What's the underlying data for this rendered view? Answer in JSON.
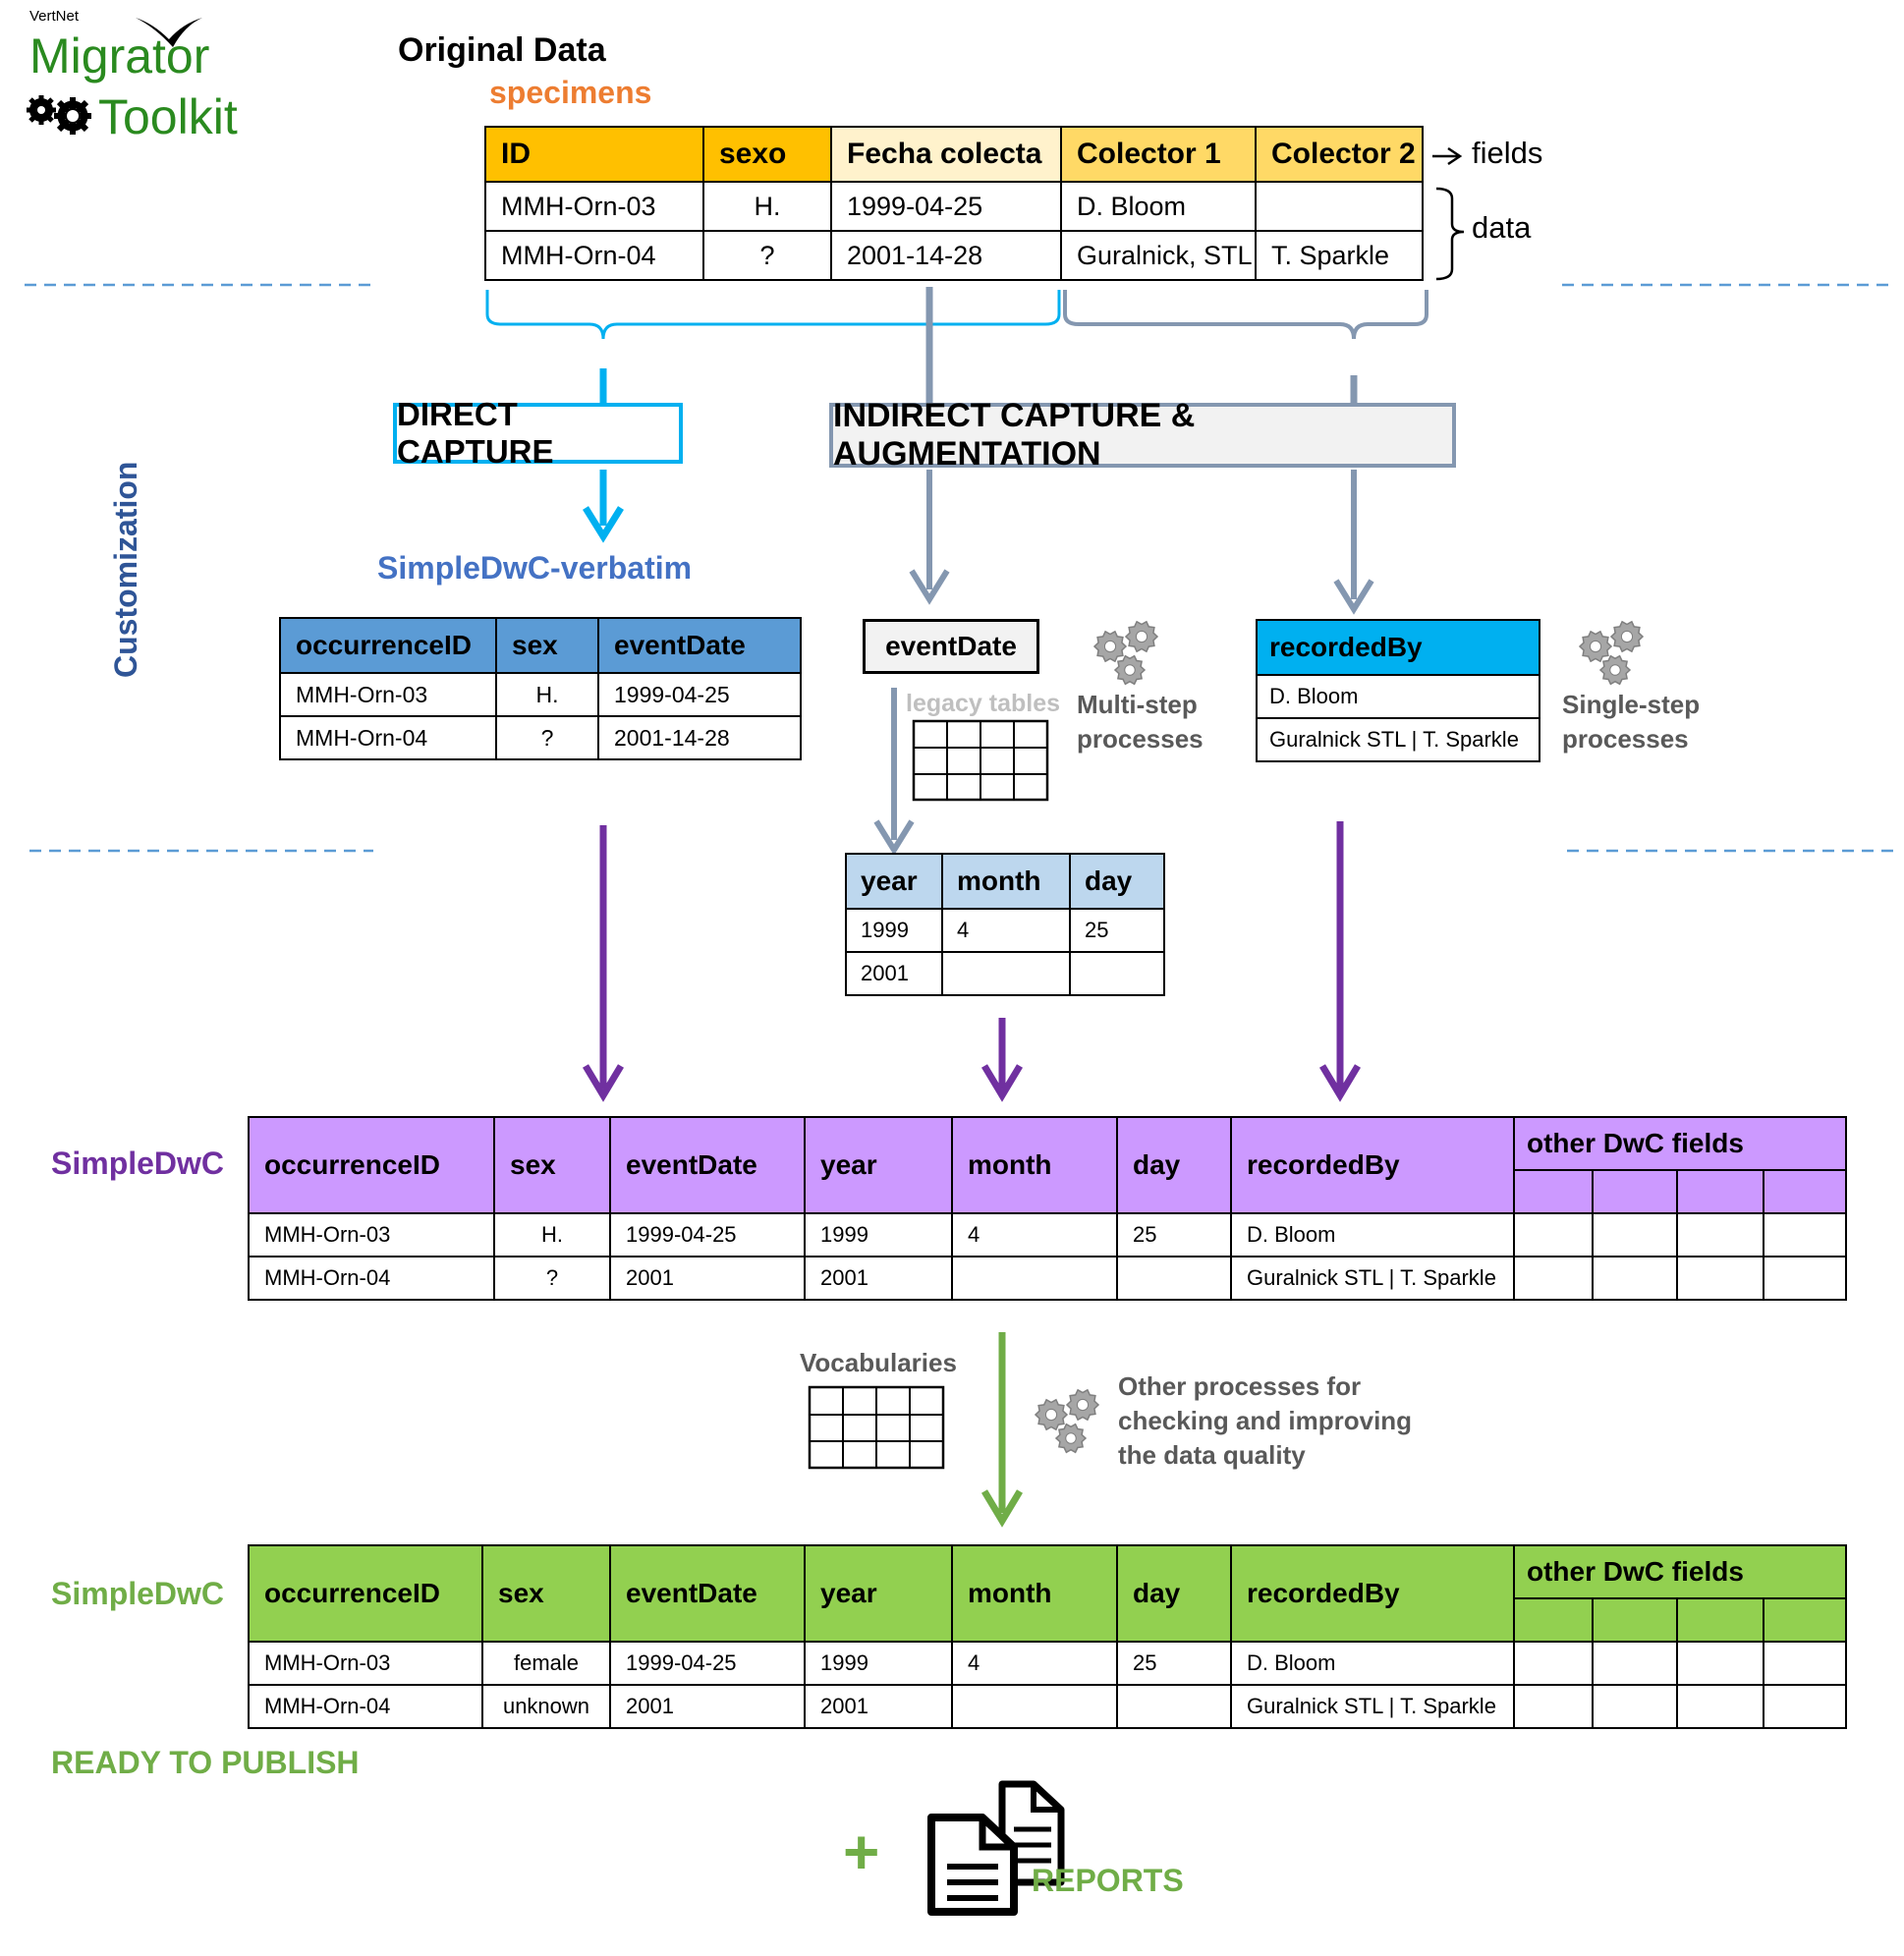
{
  "logo": {
    "small": "VertNet",
    "line1": "Migrator",
    "line2": "Toolkit"
  },
  "side_label": "Customization",
  "original": {
    "title": "Original Data",
    "subtitle": "specimens",
    "headers": [
      "ID",
      "sexo",
      "Fecha colecta",
      "Colector 1",
      "Colector 2"
    ],
    "rows": [
      [
        "MMH-Orn-03",
        "H.",
        "1999-04-25",
        "D. Bloom",
        ""
      ],
      [
        "MMH-Orn-04",
        "?",
        "2001-14-28",
        "Guralnick, STL",
        "T. Sparkle"
      ]
    ],
    "fields_label": "fields",
    "data_label": "data"
  },
  "direct_capture": {
    "label": "DIRECT CAPTURE"
  },
  "indirect_capture": {
    "label": "INDIRECT CAPTURE & AUGMENTATION"
  },
  "verbatim": {
    "title": "SimpleDwC-verbatim",
    "headers": [
      "occurrenceID",
      "sex",
      "eventDate"
    ],
    "rows": [
      [
        "MMH-Orn-03",
        "H.",
        "1999-04-25"
      ],
      [
        "MMH-Orn-04",
        "?",
        "2001-14-28"
      ]
    ]
  },
  "event_date_box": {
    "label": "eventDate"
  },
  "legacy_tables_label": "legacy tables",
  "multi_step": {
    "line1": "Multi-step",
    "line2": "processes"
  },
  "recorded_by": {
    "header": "recordedBy",
    "rows": [
      "D. Bloom",
      "Guralnick STL | T. Sparkle"
    ]
  },
  "single_step": {
    "line1": "Single-step",
    "line2": "processes"
  },
  "date_parts": {
    "headers": [
      "year",
      "month",
      "day"
    ],
    "rows": [
      [
        "1999",
        "4",
        "25"
      ],
      [
        "2001",
        "",
        ""
      ]
    ]
  },
  "simpledwc_purple": {
    "title": "SimpleDwC",
    "headers": [
      "occurrenceID",
      "sex",
      "eventDate",
      "year",
      "month",
      "day",
      "recordedBy"
    ],
    "other_header": "other DwC fields",
    "rows": [
      [
        "MMH-Orn-03",
        "H.",
        "1999-04-25",
        "1999",
        "4",
        "25",
        "D. Bloom"
      ],
      [
        "MMH-Orn-04",
        "?",
        "2001",
        "2001",
        "",
        "",
        "Guralnick STL | T. Sparkle"
      ]
    ]
  },
  "vocabularies_label": "Vocabularies",
  "other_processes": {
    "line1": "Other processes for",
    "line2": "checking and improving",
    "line3": "the data quality"
  },
  "simpledwc_green": {
    "title": "SimpleDwC",
    "headers": [
      "occurrenceID",
      "sex",
      "eventDate",
      "year",
      "month",
      "day",
      "recordedBy"
    ],
    "other_header": "other DwC fields",
    "rows": [
      [
        "MMH-Orn-03",
        "female",
        "1999-04-25",
        "1999",
        "4",
        "25",
        "D. Bloom"
      ],
      [
        "MMH-Orn-04",
        "unknown",
        "2001",
        "2001",
        "",
        "",
        "Guralnick STL | T. Sparkle"
      ]
    ]
  },
  "ready_label": "READY TO PUBLISH",
  "plus_sign": "+",
  "reports_label": "REPORTS",
  "colors": {
    "orange": "#FFC000",
    "light_yellow": "#FFF2CC",
    "yellow": "#FFD966",
    "blue_header": "#5B9BD5",
    "cyan": "#00B0F0",
    "light_blue": "#BDD7EE",
    "purple_header": "#CC99FF",
    "green_header": "#92D050",
    "purple": "#7030A0",
    "green": "#70AD47",
    "steel": "#8497B0"
  },
  "icons": [
    "gear-cluster-icon",
    "document-icon",
    "grid-table-icon"
  ]
}
